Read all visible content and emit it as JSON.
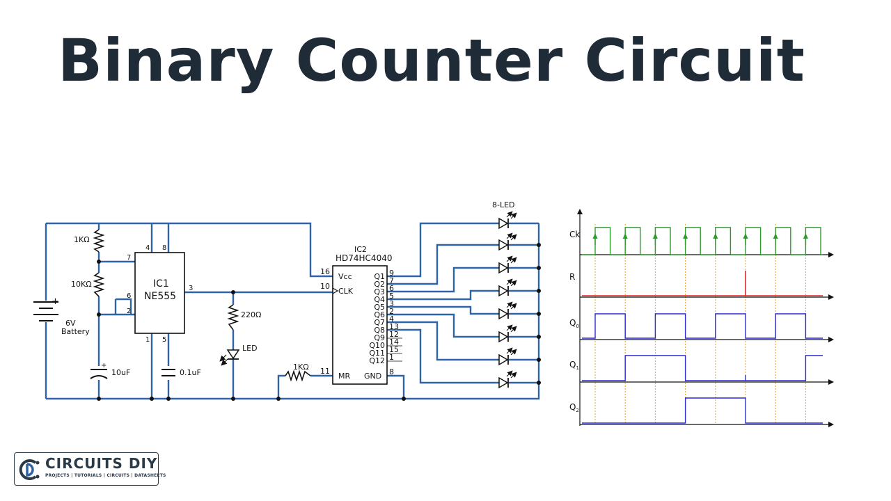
{
  "title": "Binary Counter Circuit",
  "colors": {
    "wire": "#2f63a8",
    "component": "#222222",
    "clock": "#2e9a2e",
    "reset": "#e0262a",
    "q": "#2a2ad4",
    "guide": "#e8a030",
    "title": "#1f2b36"
  },
  "schematic": {
    "battery": {
      "voltage": "6V",
      "name": "Battery",
      "plus": "+"
    },
    "r1": "1KΩ",
    "r2": "10KΩ",
    "c1": "10uF",
    "c1_plus": "+",
    "c2": "0.1uF",
    "ic1": {
      "ref": "IC1",
      "part": "NE555",
      "pins": {
        "p4": "4",
        "p8": "8",
        "p7": "7",
        "p6": "6",
        "p2": "2",
        "p3": "3",
        "p1": "1",
        "p5": "5"
      }
    },
    "r3": "220Ω",
    "led": "LED",
    "r4": "1KΩ",
    "ic2": {
      "ref": "IC2",
      "part": "HD74HC4040",
      "left_pins": [
        {
          "num": "16",
          "label": "Vcc"
        },
        {
          "num": "10",
          "label": "CLK"
        },
        {
          "num": "11",
          "label": "MR"
        }
      ],
      "right_pins": [
        {
          "label": "Q1",
          "num": "9"
        },
        {
          "label": "Q2",
          "num": "7"
        },
        {
          "label": "Q3",
          "num": "6"
        },
        {
          "label": "Q4",
          "num": "5"
        },
        {
          "label": "Q5",
          "num": "3"
        },
        {
          "label": "Q6",
          "num": "2"
        },
        {
          "label": "Q7",
          "num": "4"
        },
        {
          "label": "Q8",
          "num": "13"
        },
        {
          "label": "Q9",
          "num": "12"
        },
        {
          "label": "Q10",
          "num": "14"
        },
        {
          "label": "Q11",
          "num": "15"
        },
        {
          "label": "Q12",
          "num": "1"
        }
      ],
      "gnd": {
        "label": "GND",
        "num": "8"
      }
    },
    "led_array": "8-LED"
  },
  "timing": {
    "signals": [
      {
        "label": "Ck",
        "sub": ""
      },
      {
        "label": "R",
        "sub": ""
      },
      {
        "label": "Q",
        "sub": "0"
      },
      {
        "label": "Q",
        "sub": "1"
      },
      {
        "label": "Q",
        "sub": "2"
      }
    ],
    "clock_rises": 8
  },
  "logo": {
    "brand": "CIRCUITS DIY",
    "tagline": "PROJECTS | TUTORIALS | CIRCUITS | DATASHEETS"
  }
}
